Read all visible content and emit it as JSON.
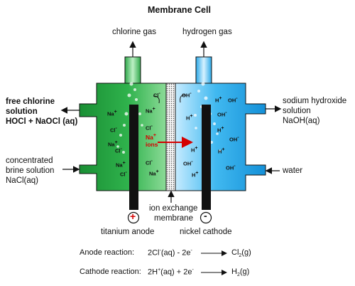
{
  "title": "Membrane Cell",
  "top_labels": {
    "left": "chlorine gas",
    "right": "hydrogen gas"
  },
  "left_labels": {
    "outlet_line1": "free chlorine",
    "outlet_line2": "solution",
    "outlet_line3": "HOCl + NaOCl (aq)",
    "inlet_line1": "concentrated",
    "inlet_line2": "brine solution",
    "inlet_line3": "NaCl(aq)"
  },
  "right_labels": {
    "outlet_line1": "sodium hydroxide",
    "outlet_line2": "solution",
    "outlet_line3": "NaOH(aq)",
    "inlet": "water"
  },
  "bottom_labels": {
    "membrane_line1": "ion exchange",
    "membrane_line2": "membrane",
    "anode": "titanium anode",
    "cathode": "nickel cathode",
    "plus": "+",
    "minus": "-"
  },
  "ions": {
    "na": "Na",
    "cl": "Cl",
    "h": "H",
    "oh": "OH",
    "plus": "+",
    "minus": "-",
    "na_ions_line1": "Na",
    "na_ions_line2": "ions"
  },
  "reactions": {
    "anode_label": "Anode reaction:",
    "anode_lhs": "2Cl",
    "anode_lhs_state": "(aq) - 2e",
    "anode_rhs": "Cl",
    "anode_rhs_sub": "2",
    "anode_rhs_state": "(g)",
    "cathode_label": "Cathode reaction:",
    "cathode_lhs": "2H",
    "cathode_lhs_state": "(aq) + 2e",
    "cathode_rhs": "H",
    "cathode_rhs_sub": "2",
    "cathode_rhs_state": "(g)",
    "minus": "-",
    "plus": "+"
  },
  "colors": {
    "anode_compartment": "#1e9b3a",
    "cathode_compartment": "#1ea6e6",
    "electrode": "#111111",
    "membrane": "#d9d9d9",
    "arrow_red": "#d40000"
  }
}
